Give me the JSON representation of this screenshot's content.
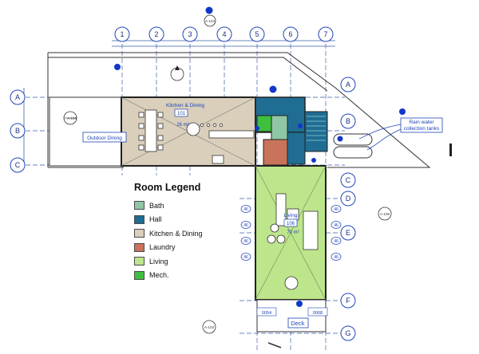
{
  "grid": {
    "columns": [
      "1",
      "2",
      "3",
      "4",
      "5",
      "6",
      "7"
    ],
    "rows": [
      "A",
      "B",
      "C",
      "D",
      "E",
      "F",
      "G"
    ]
  },
  "legend": {
    "title": "Room Legend",
    "items": [
      {
        "label": "Bath",
        "color": "#8fc7a6"
      },
      {
        "label": "Hall",
        "color": "#1f6d93"
      },
      {
        "label": "Kitchen & Dining",
        "color": "#d9cfbb"
      },
      {
        "label": "Laundry",
        "color": "#c9735a"
      },
      {
        "label": "Living",
        "color": "#bde58b"
      },
      {
        "label": "Mech.",
        "color": "#3fbf3f"
      }
    ]
  },
  "rooms": {
    "kitchen": {
      "name": "Kitchen & Dining",
      "number": "101",
      "area": "26 m²"
    },
    "living": {
      "name": "Living",
      "number": "106",
      "area": "70 m²"
    }
  },
  "labels": {
    "outdoor_dining": "Outdoor Dining",
    "rain_water": "Rain water collection tanks",
    "deck": "Deck",
    "tag_left": "A-104",
    "tag_right": "A-105",
    "tag_bottom": "A-103",
    "tag_top": "A-104",
    "deck_left": "0054",
    "deck_right": "0068",
    "window_tag": "46"
  }
}
